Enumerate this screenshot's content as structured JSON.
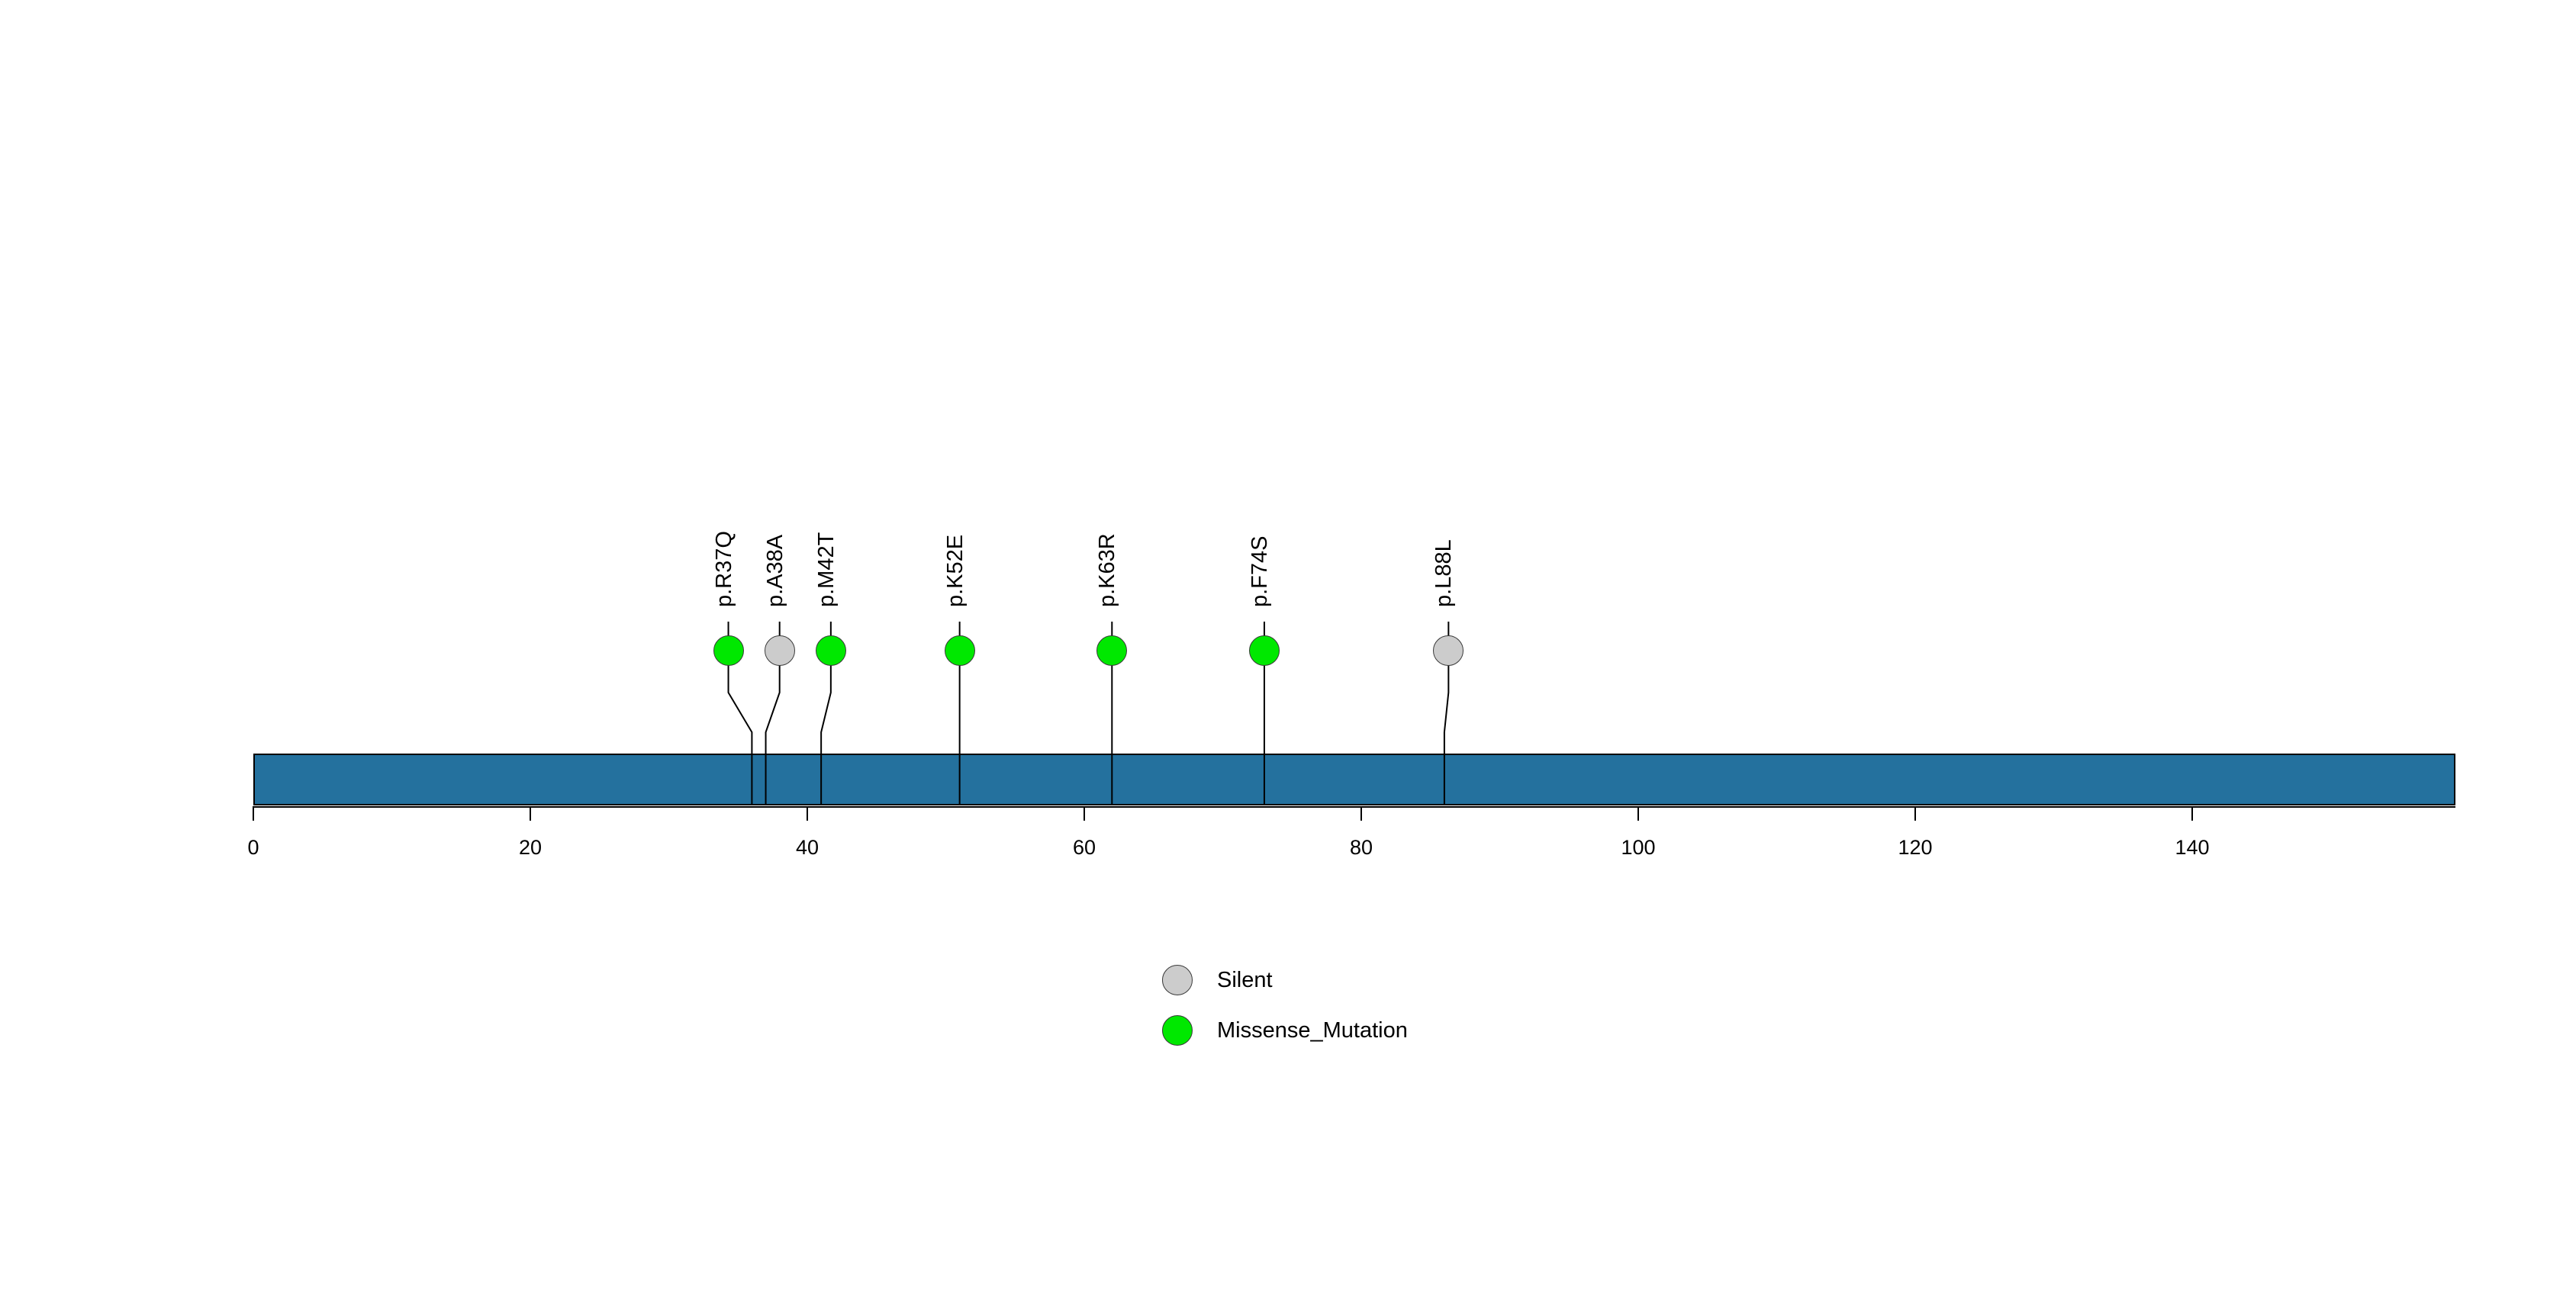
{
  "chart_data": {
    "type": "lollipop",
    "title": "",
    "xlabel": "",
    "ylabel": "",
    "protein": {
      "length": 159,
      "start": 0,
      "color": "#24719E",
      "border_color": "#000000"
    },
    "axis": {
      "min": 0,
      "max": 159,
      "ticks": [
        0,
        20,
        40,
        60,
        80,
        100,
        120,
        140
      ],
      "tick_labels": [
        "0",
        "20",
        "40",
        "60",
        "80",
        "100",
        "120",
        "140"
      ],
      "grid": false
    },
    "mutations": [
      {
        "label": "p.R37Q",
        "position": 36,
        "head_position": 34.3,
        "type": "Missense_Mutation",
        "color": "#00E800",
        "count": 1
      },
      {
        "label": "p.A38A",
        "position": 37,
        "head_position": 38.0,
        "type": "Silent",
        "color": "#CCCCCC",
        "count": 1
      },
      {
        "label": "p.M42T",
        "position": 41,
        "head_position": 41.7,
        "type": "Missense_Mutation",
        "color": "#00E800",
        "count": 1
      },
      {
        "label": "p.K52E",
        "position": 51,
        "head_position": 51.0,
        "type": "Missense_Mutation",
        "color": "#00E800",
        "count": 1
      },
      {
        "label": "p.K63R",
        "position": 62,
        "head_position": 62.0,
        "type": "Missense_Mutation",
        "color": "#00E800",
        "count": 1
      },
      {
        "label": "p.F74S",
        "position": 73,
        "head_position": 73.0,
        "type": "Missense_Mutation",
        "color": "#00E800",
        "count": 1
      },
      {
        "label": "p.L88L",
        "position": 86,
        "head_position": 86.3,
        "type": "Silent",
        "color": "#CCCCCC",
        "count": 1
      }
    ],
    "legend": {
      "position": "bottom-center",
      "entries": [
        {
          "label": "Silent",
          "color": "#CCCCCC"
        },
        {
          "label": "Missense_Mutation",
          "color": "#00E800"
        }
      ]
    }
  }
}
